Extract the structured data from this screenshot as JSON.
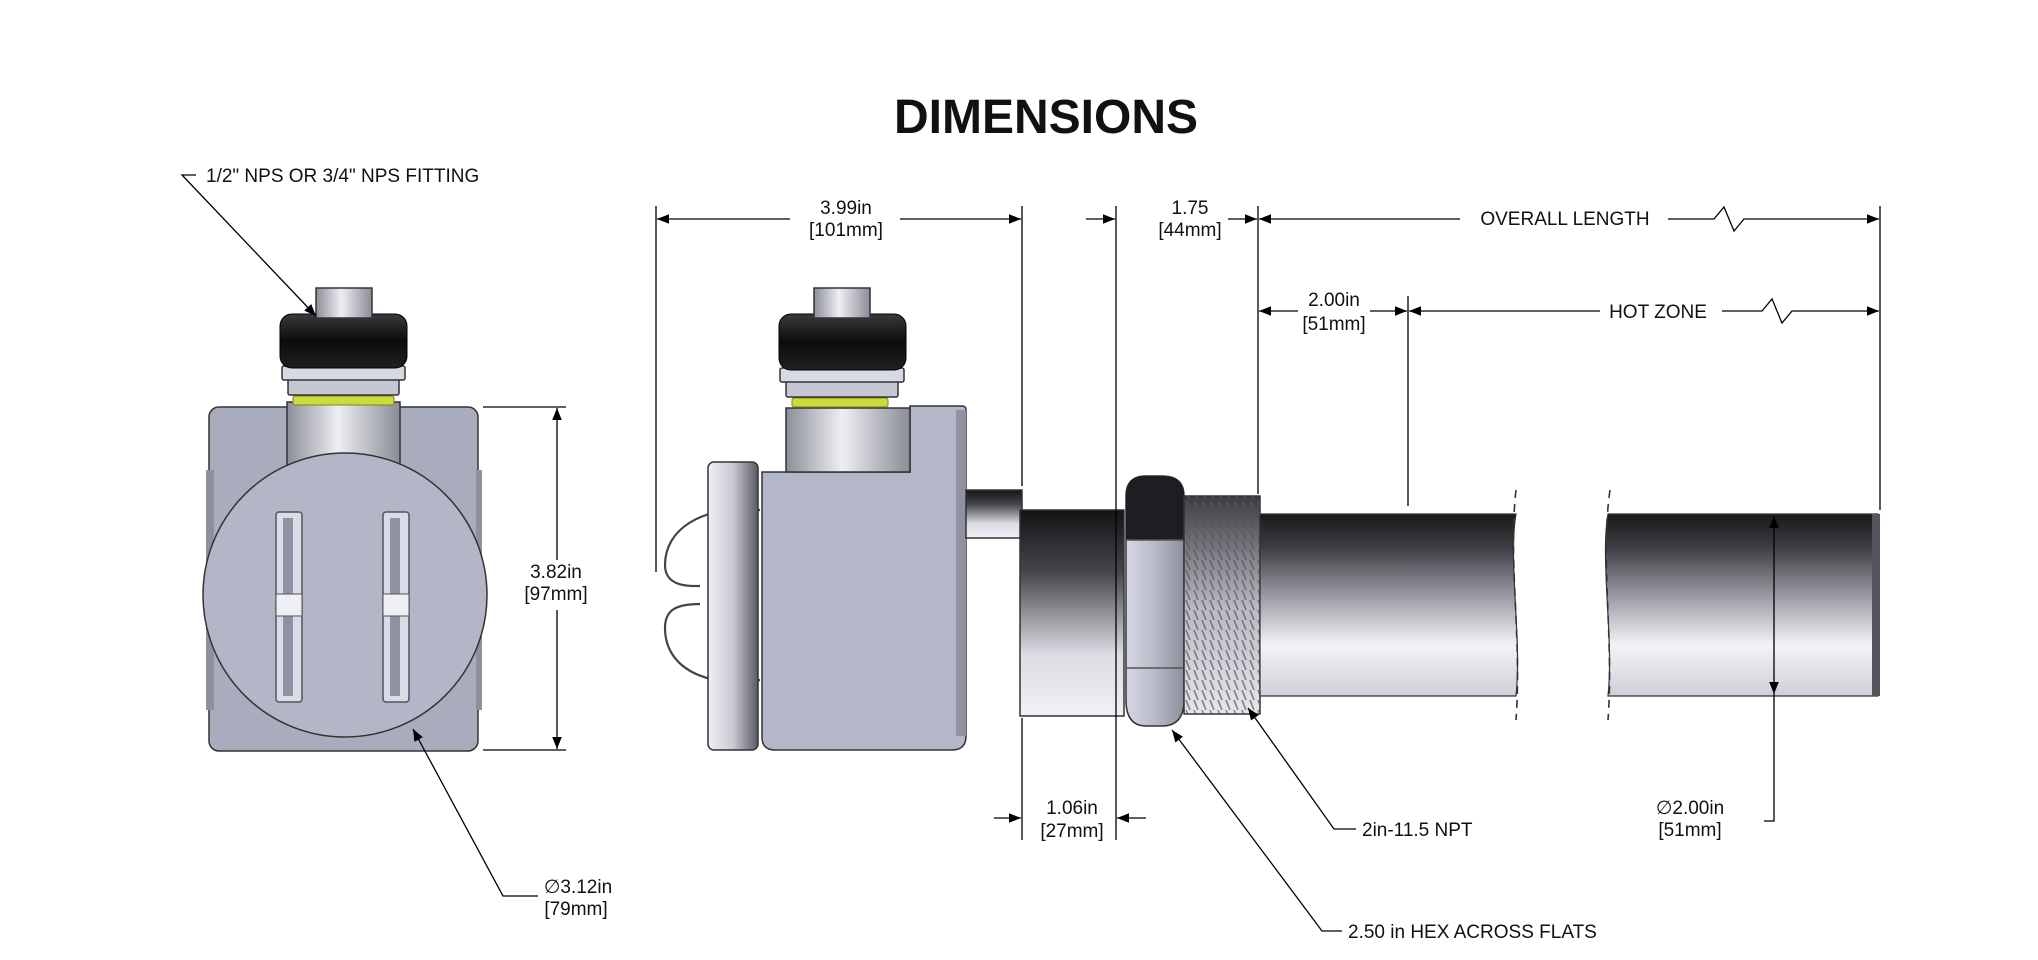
{
  "title": "DIMENSIONS",
  "labels": {
    "fitting": "1/2\" NPS OR 3/4\" NPS FITTING",
    "housing_width_in": "3.99in",
    "housing_width_mm": "[101mm]",
    "hex_gap_in": "1.75",
    "hex_gap_mm": "[44mm]",
    "overall_length": "OVERALL LENGTH",
    "cold_in": "2.00in",
    "cold_mm": "[51mm]",
    "hot_zone": "HOT ZONE",
    "height_in": "3.82in",
    "height_mm": "[97mm]",
    "neck_in": "1.06in",
    "neck_mm": "[27mm]",
    "thread": "2in-11.5 NPT",
    "hex_flats": "2.50 in HEX ACROSS FLATS",
    "cover_dia_in": "3.12in",
    "cover_dia_mm": "[79mm]",
    "tube_dia_in": "2.00in",
    "tube_dia_mm": "[51mm]"
  },
  "colors": {
    "housing": "#b3b6c7",
    "cap": "#111111",
    "seal": "#c9dc3c",
    "tube_dark": "#1c1c1e",
    "tube_light": "#f2f2f6"
  }
}
